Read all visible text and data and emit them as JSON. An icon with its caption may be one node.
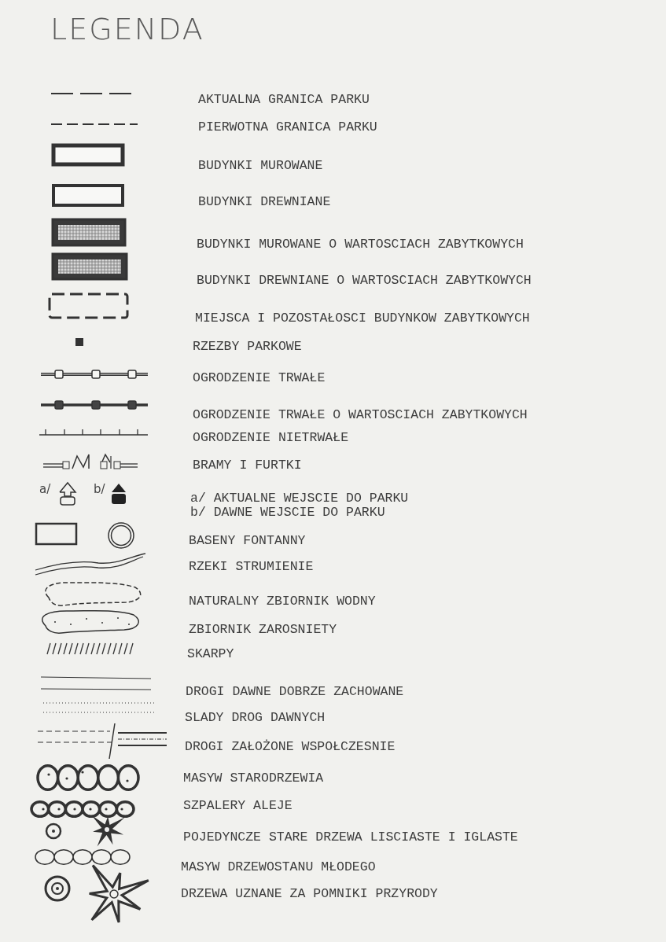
{
  "diagram": {
    "title": "LEGENDA",
    "labels": [
      "a/",
      "b/"
    ],
    "legend": [
      {
        "text": "AKTUALNA GRANICA PARKU"
      },
      {
        "text": "PIERWOTNA GRANICA PARKU"
      },
      {
        "text": "BUDYNKI MUROWANE"
      },
      {
        "text": "BUDYNKI DREWNIANE"
      },
      {
        "text": "BUDYNKI MUROWANE O WARTOSCIACH ZABYTKOWYCH"
      },
      {
        "text": "BUDYNKI DREWNIANE O WARTOSCIACH ZABYTKOWYCH"
      },
      {
        "text": "MIEJSCA I POZOSTAŁOSCI BUDYNKOW ZABYTKOWYCH"
      },
      {
        "text": "RZEZBY PARKOWE"
      },
      {
        "text": "OGRODZENIE TRWAŁE"
      },
      {
        "text": "OGRODZENIE TRWAŁE O WARTOSCIACH ZABYTKOWYCH"
      },
      {
        "text": "OGRODZENIE NIETRWAŁE"
      },
      {
        "text": "BRAMY I FURTKI"
      },
      {
        "text": "a/ AKTUALNE WEJSCIE DO PARKU"
      },
      {
        "text": "b/ DAWNE WEJSCIE DO PARKU"
      },
      {
        "text": "BASENY FONTANNY"
      },
      {
        "text": "RZEKI STRUMIENIE"
      },
      {
        "text": "NATURALNY ZBIORNIK WODNY"
      },
      {
        "text": "ZBIORNIK ZAROSNIETY"
      },
      {
        "text": "SKARPY"
      },
      {
        "text": "DROGI DAWNE DOBRZE ZACHOWANE"
      },
      {
        "text": "SLADY DROG DAWNYCH"
      },
      {
        "text": "DROGI ZAŁOŻONE WSPOŁCZESNIE"
      },
      {
        "text": "MASYW STARODRZEWIA"
      },
      {
        "text": "SZPALERY ALEJE"
      },
      {
        "text": "POJEDYNCZE STARE DRZEWA LISCIASTE I IGLASTE"
      },
      {
        "text": "MASYW DRZEWOSTANU MŁODEGO"
      },
      {
        "text": "DRZEWA UZNANE ZA POMNIKI PRZYRODY"
      }
    ]
  }
}
